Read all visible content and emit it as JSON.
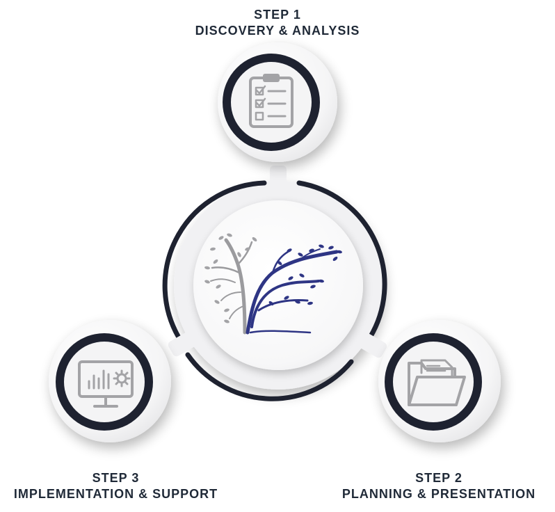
{
  "steps": [
    {
      "number_label": "STEP 1",
      "title": "DISCOVERY & ANALYSIS",
      "icon": "clipboard-checklist-icon"
    },
    {
      "number_label": "STEP 2",
      "title": "PLANNING & PRESENTATION",
      "icon": "folder-documents-icon"
    },
    {
      "number_label": "STEP 3",
      "title": "IMPLEMENTATION & SUPPORT",
      "icon": "monitor-analytics-icon"
    }
  ],
  "center": {
    "icon": "tree-logo-icon"
  },
  "colors": {
    "ring_dark": "#1e2230",
    "icon_gray": "#a3a3a6",
    "tree_blue": "#2e3584",
    "tree_gray": "#9b9b9e",
    "disc_light": "#f4f4f5"
  }
}
